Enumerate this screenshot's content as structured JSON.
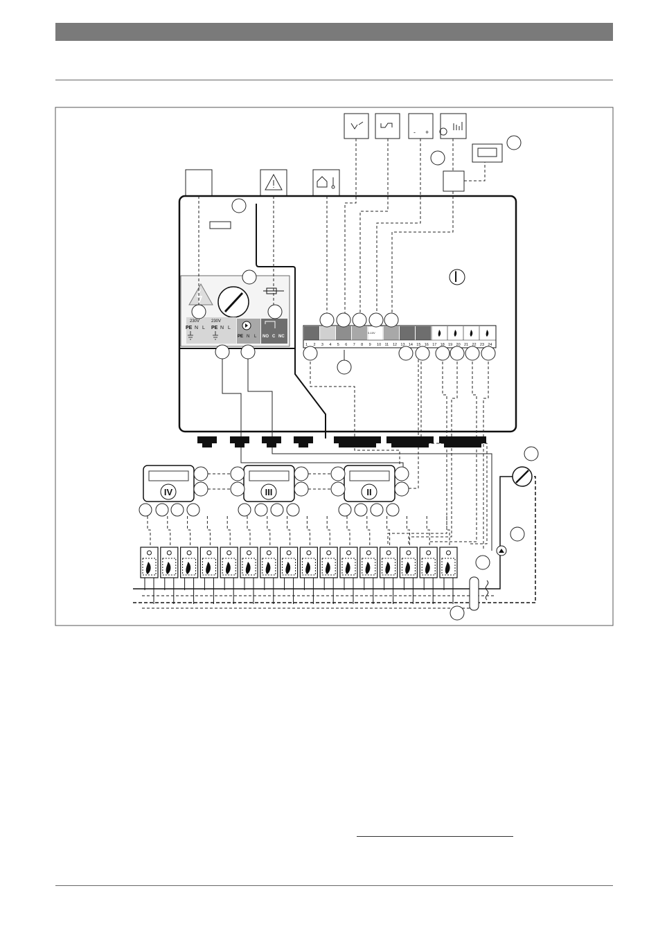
{
  "terminal_strip": {
    "numbers": [
      "1",
      "2",
      "3",
      "4",
      "5",
      "6",
      "7",
      "8",
      "9",
      "10",
      "11",
      "12",
      "13",
      "14",
      "15",
      "16",
      "17",
      "18",
      "19",
      "20",
      "21",
      "22",
      "23",
      "24"
    ],
    "analog_label": "0-10V"
  },
  "power_block": {
    "left_voltage": "230V",
    "right_voltage": "230V",
    "left_terminals": [
      "PE",
      "N",
      "L"
    ],
    "right_terminals": [
      "PE",
      "N",
      "L"
    ],
    "relay_terminals": [
      "NO",
      "C",
      "NC"
    ]
  },
  "controllers": [
    "IV",
    "III",
    "II"
  ],
  "main_unit_label": "I",
  "analog_sign_minus": "-",
  "analog_sign_plus": "+",
  "boiler_count": 16,
  "colors": {
    "header_bar": "#7a7a7a",
    "dark_block": "#6e6e6e",
    "mid_block": "#a8a8a8",
    "light_block": "#d0d0d0",
    "line": "#1a1a1a"
  }
}
